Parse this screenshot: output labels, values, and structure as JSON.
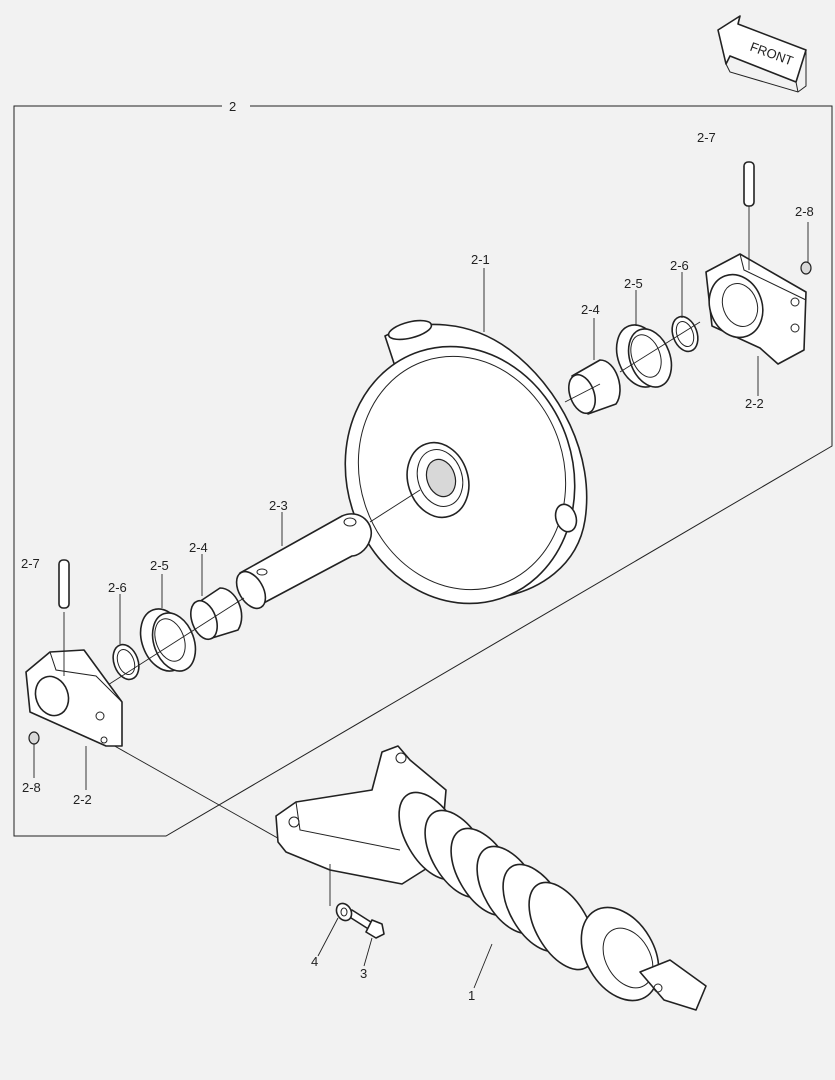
{
  "front_badge": "FRONT",
  "callouts": {
    "assembly": "2",
    "idler_wheel": "2-1",
    "bracket_right": "2-2",
    "bracket_left": "2-2",
    "shaft": "2-3",
    "bushing_right": "2-4",
    "bushing_left": "2-4",
    "seal_right": "2-5",
    "seal_left": "2-5",
    "oring_right": "2-6",
    "oring_left": "2-6",
    "pin_right": "2-7",
    "pin_left": "2-7",
    "plug_right": "2-8",
    "plug_left": "2-8",
    "recoil_spring": "1",
    "bolt": "3",
    "washer": "4"
  }
}
